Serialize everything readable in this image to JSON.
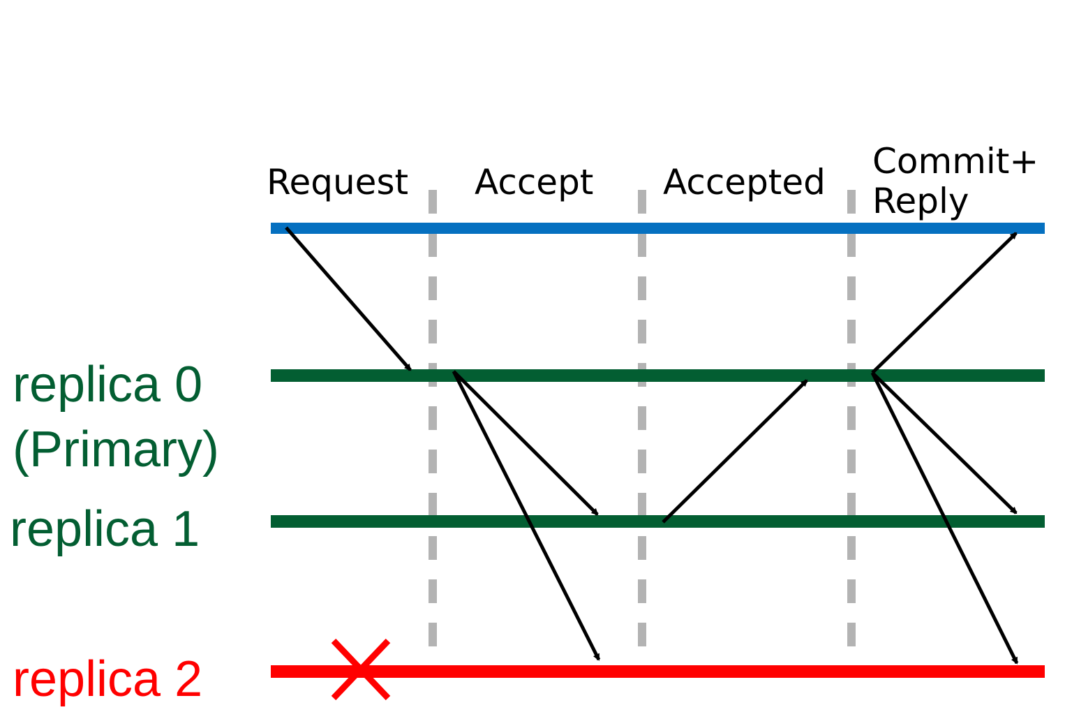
{
  "phases": [
    "Request",
    "Accept",
    "Accepted",
    "Commit+",
    "Reply"
  ],
  "replicas": [
    {
      "label": "replica 0",
      "sublabel": "(Primary)",
      "color": "#035e32"
    },
    {
      "label": "replica 1",
      "color": "#035e32"
    },
    {
      "label": "replica 2",
      "color": "#ff0000",
      "failed": true
    }
  ],
  "colors": {
    "client_line": "#0570c0",
    "divider": "#b3b3b3",
    "arrow": "#000000",
    "failure_mark": "#ff0000"
  },
  "icons": {
    "failure": "cross-icon"
  }
}
